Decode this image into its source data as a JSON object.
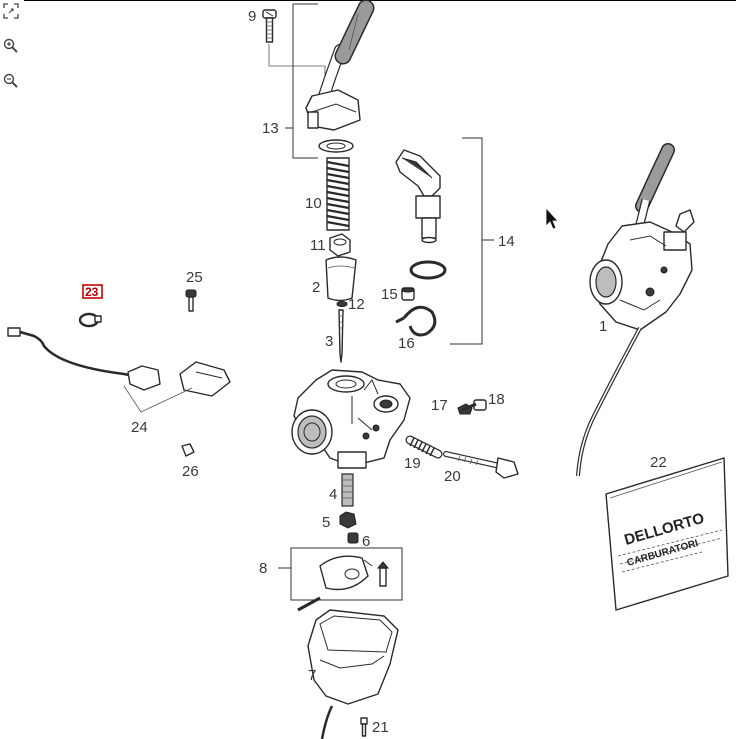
{
  "viewer": {
    "tools": [
      {
        "icon": "fit-to-screen-icon"
      },
      {
        "icon": "zoom-in-icon"
      },
      {
        "icon": "zoom-out-icon"
      }
    ]
  },
  "diagram": {
    "labels": {
      "p1": "1",
      "p3": "3",
      "p4": "4",
      "p5": "5",
      "p6": "6",
      "p7": "7",
      "p8": "8",
      "p9": "9",
      "p10": "10",
      "p11": "11",
      "p12": "12",
      "p13": "13",
      "p14": "14",
      "p15": "15",
      "p16": "16",
      "p17": "17",
      "p18": "18",
      "p19": "19",
      "p20": "20",
      "p21": "21",
      "p22": "22",
      "p23": "23",
      "p24": "24",
      "p25": "25",
      "p26": "26",
      "p2": "2"
    },
    "selected_part": "23",
    "highlight_color": "#cc0000",
    "manual": {
      "brand": "DELLORTO",
      "subtitle": "CARBURATORI"
    }
  }
}
